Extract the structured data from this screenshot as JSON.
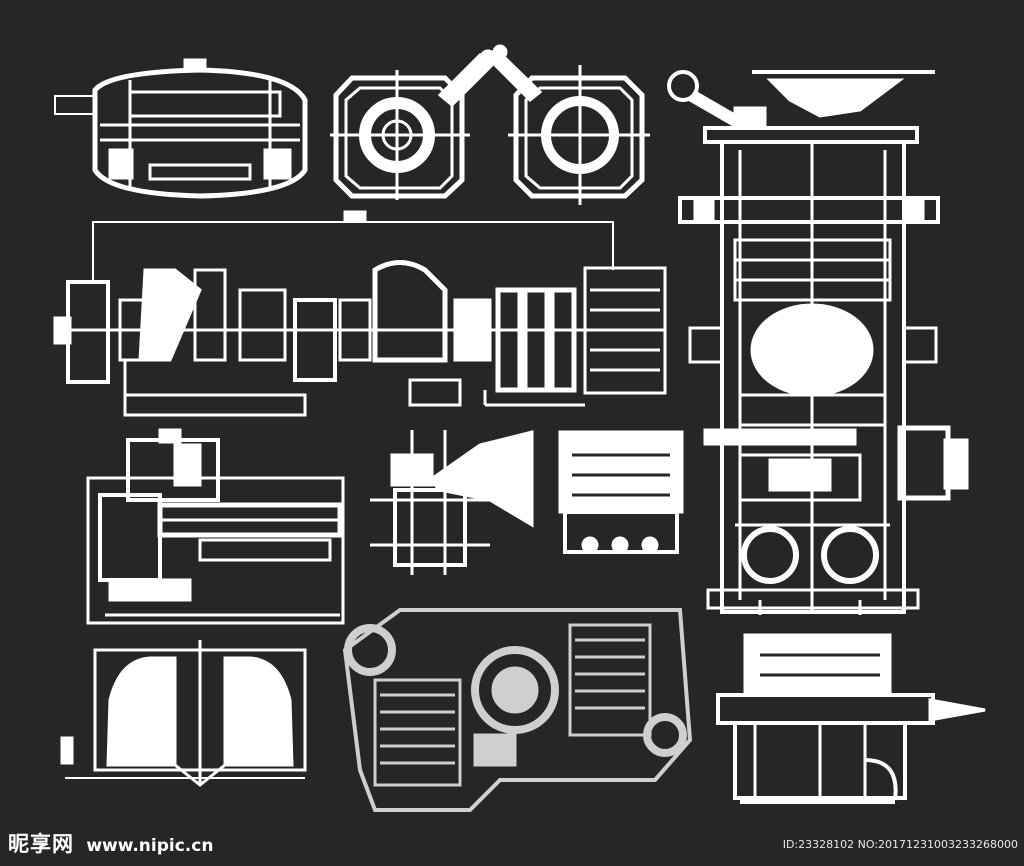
{
  "colors": {
    "background": "#262626",
    "line": "#ffffff",
    "line_gray": "#cfcfcf"
  },
  "drawings": [
    {
      "name": "capsule-housing-drawing"
    },
    {
      "name": "square-flange-left-drawing"
    },
    {
      "name": "square-flange-right-drawing"
    },
    {
      "name": "vertical-machine-assembly-drawing"
    },
    {
      "name": "crankshaft-assembly-drawing"
    },
    {
      "name": "pump-assembly-drawing"
    },
    {
      "name": "horn-nozzle-drawing"
    },
    {
      "name": "small-block-drawing"
    },
    {
      "name": "cross-section-drawing"
    },
    {
      "name": "gearbox-housing-drawing"
    },
    {
      "name": "engine-block-drawing"
    }
  ],
  "watermark": {
    "site_name": "昵享网",
    "site_url": "www.nipic.cn",
    "image_id": "ID:23328102 NO:20171231003233268000"
  }
}
